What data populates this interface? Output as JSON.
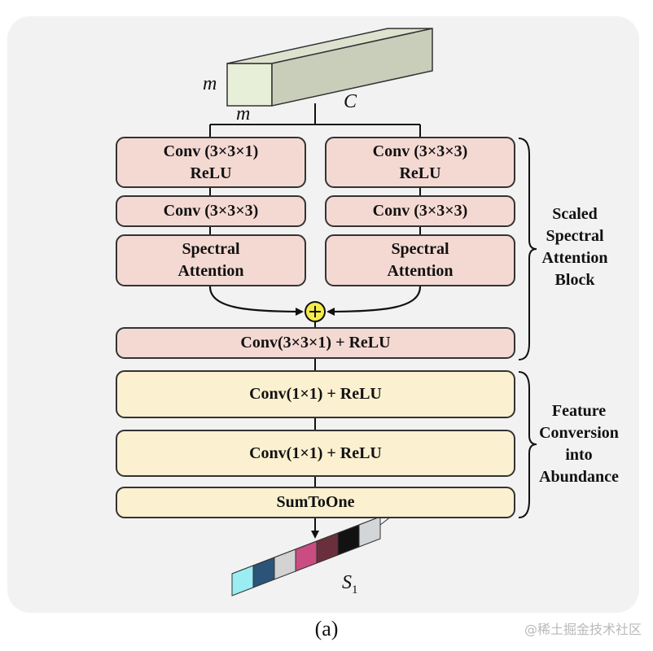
{
  "input_cube": {
    "label_height": "m",
    "label_width": "m",
    "label_depth": "C"
  },
  "left_branch": {
    "conv1_line1": "Conv (3×3×1)",
    "conv1_line2": "ReLU",
    "conv2": "Conv (3×3×3)",
    "attention_line1": "Spectral",
    "attention_line2": "Attention"
  },
  "right_branch": {
    "conv1_line1": "Conv (3×3×3)",
    "conv1_line2": "ReLU",
    "conv2": "Conv (3×3×3)",
    "attention_line1": "Spectral",
    "attention_line2": "Attention"
  },
  "merge_conv": "Conv(3×3×1) + ReLU",
  "feature_blocks": [
    "Conv(1×1) + ReLU",
    "Conv(1×1) + ReLU"
  ],
  "sum_to_one": "SumToOne",
  "group_labels": {
    "scaled_spectral_attention": [
      "Scaled",
      "Spectral",
      "Attention",
      "Block"
    ],
    "feature_conversion": [
      "Feature",
      "Conversion",
      "into",
      "Abundance"
    ]
  },
  "output": {
    "label": "S",
    "subscript": "1"
  },
  "caption": "(a)",
  "watermark": "@稀土掘金技术社区",
  "colors": {
    "panel_bg": "#f2f2f2",
    "pink_box": "#f4d9d3",
    "yellow_box": "#fbf0cf",
    "add_node": "#f4ec4a",
    "cube_light": "#e8efd8",
    "cube_dark": "#c9ceba"
  },
  "output_cell_colors": [
    "#9aedf2",
    "#2b5478",
    "#d3d3d3",
    "#c94d80",
    "#6b2f3c",
    "#121212",
    "#d2d6d8"
  ]
}
